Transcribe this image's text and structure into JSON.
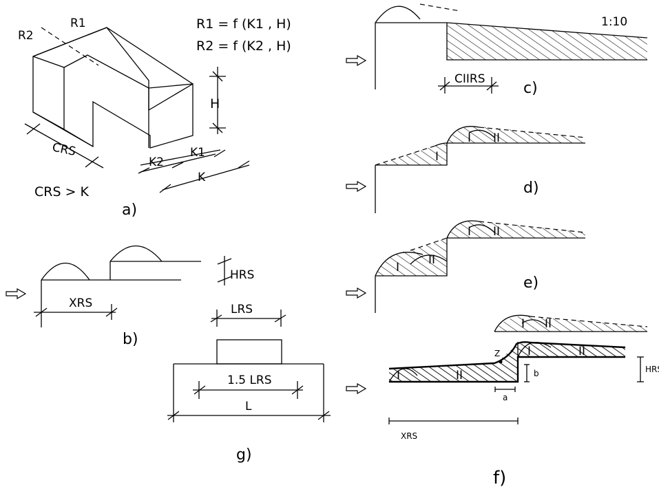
{
  "formulas": {
    "r1": "R1 = f (K1 , H)",
    "r2": "R2 = f (K2 , H)",
    "condition": "CRS > K"
  },
  "panel_a": {
    "caption": "a)",
    "labels": {
      "r1": "R1",
      "r2": "R2",
      "h": "H",
      "crs": "CRS",
      "k1": "K1",
      "k2": "K2",
      "k": "K"
    }
  },
  "panel_b": {
    "caption": "b)",
    "labels": {
      "hrs": "HRS",
      "xrs": "XRS"
    }
  },
  "panel_c": {
    "caption": "c)",
    "slope": "1:10",
    "labels": {
      "ciirs": "CIIRS"
    }
  },
  "panel_d": {
    "caption": "d)",
    "labels": {
      "zone1": "I",
      "zone1b": "I",
      "zone2": "II"
    }
  },
  "panel_e": {
    "caption": "e)",
    "labels": {
      "zone1a": "I",
      "zone2a": "II",
      "zone1b": "I",
      "zone2b": "II"
    }
  },
  "panel_f": {
    "caption": "f)",
    "labels": {
      "z": "Z",
      "b": "b",
      "a": "a",
      "hrs": "HRS",
      "xrs": "XRS",
      "zone1a": "I",
      "zone2a": "II",
      "zone1b": "I",
      "zone2b": "II",
      "zone1c": "I",
      "zone2c": "II"
    }
  },
  "panel_g": {
    "caption": "g)",
    "labels": {
      "lrs": "LRS",
      "l15": "1.5 LRS",
      "l": "L"
    }
  }
}
